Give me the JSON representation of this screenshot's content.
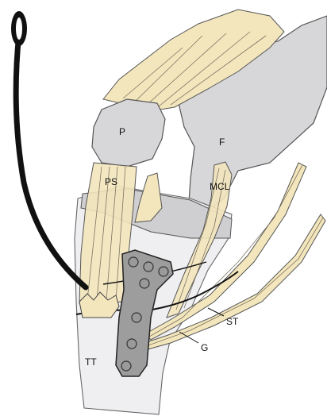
{
  "labels": {
    "patella": "P",
    "femur": "F",
    "patellar_tendon": "PS",
    "mcl": "MCL",
    "semitendinosus": "ST",
    "gracilis": "G",
    "tibial_tuberosity": "TT"
  },
  "colors": {
    "bone": "#d7d7d9",
    "tendon": "#f3e6bd",
    "plate": "#9d9d9d",
    "drain_tube": "#111111",
    "outline": "#555555"
  }
}
